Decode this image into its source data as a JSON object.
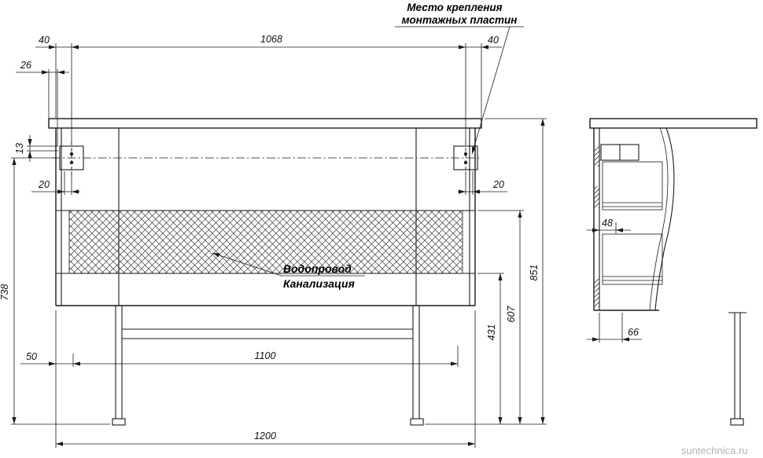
{
  "page": {
    "watermark": "suntechnica.ru"
  },
  "annotations": {
    "mounting_label_line1": "Место крепления",
    "mounting_label_line2": "монтажных пластин",
    "plumbing_label_line1": "Водопровод",
    "plumbing_label_line2": "Канализация"
  },
  "dims": {
    "top_left_40": "40",
    "top_1068": "1068",
    "top_right_40": "40",
    "left_26": "26",
    "left_13": "13",
    "left_20": "20",
    "right_20": "20",
    "left_738": "738",
    "bottom_50": "50",
    "bottom_1100": "1100",
    "bottom_1200": "1200",
    "right_851": "851",
    "right_607": "607",
    "right_431": "431",
    "side_48": "48",
    "side_66": "66"
  },
  "colors": {
    "line": "#1a1a1a",
    "watermark": "#b3b3b3",
    "background": "#ffffff"
  }
}
